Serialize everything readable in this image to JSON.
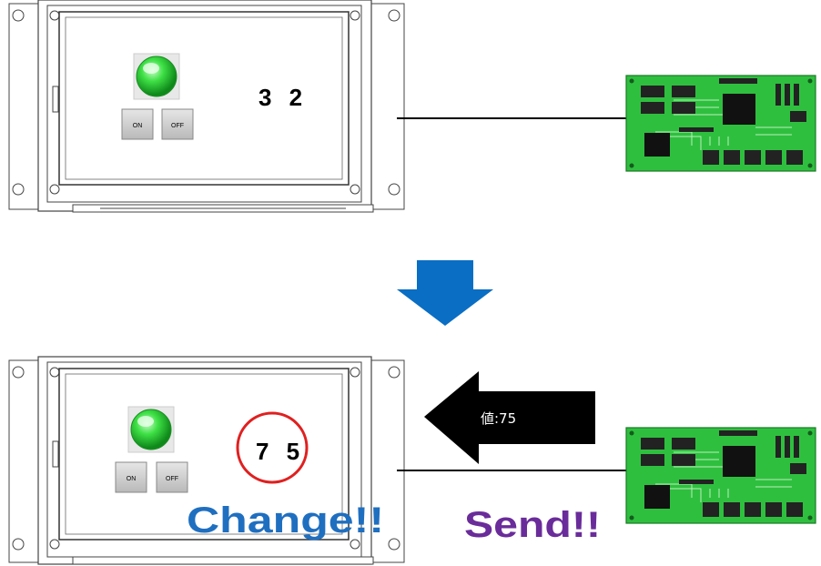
{
  "panel_top": {
    "value": "3 2",
    "on_label": "ON",
    "off_label": "OFF"
  },
  "panel_bottom": {
    "value": "7 5",
    "on_label": "ON",
    "off_label": "OFF"
  },
  "send_arrow_label": "値:75",
  "change_caption": "Change!!",
  "send_caption": "Send!!",
  "colors": {
    "down_arrow": "#0a6ec4",
    "highlight_circle": "#e02020",
    "change_text": "#1f6fc0",
    "send_text": "#6a2c9a",
    "pcb": "#2fbf3f",
    "lamp": "#35d43a"
  }
}
